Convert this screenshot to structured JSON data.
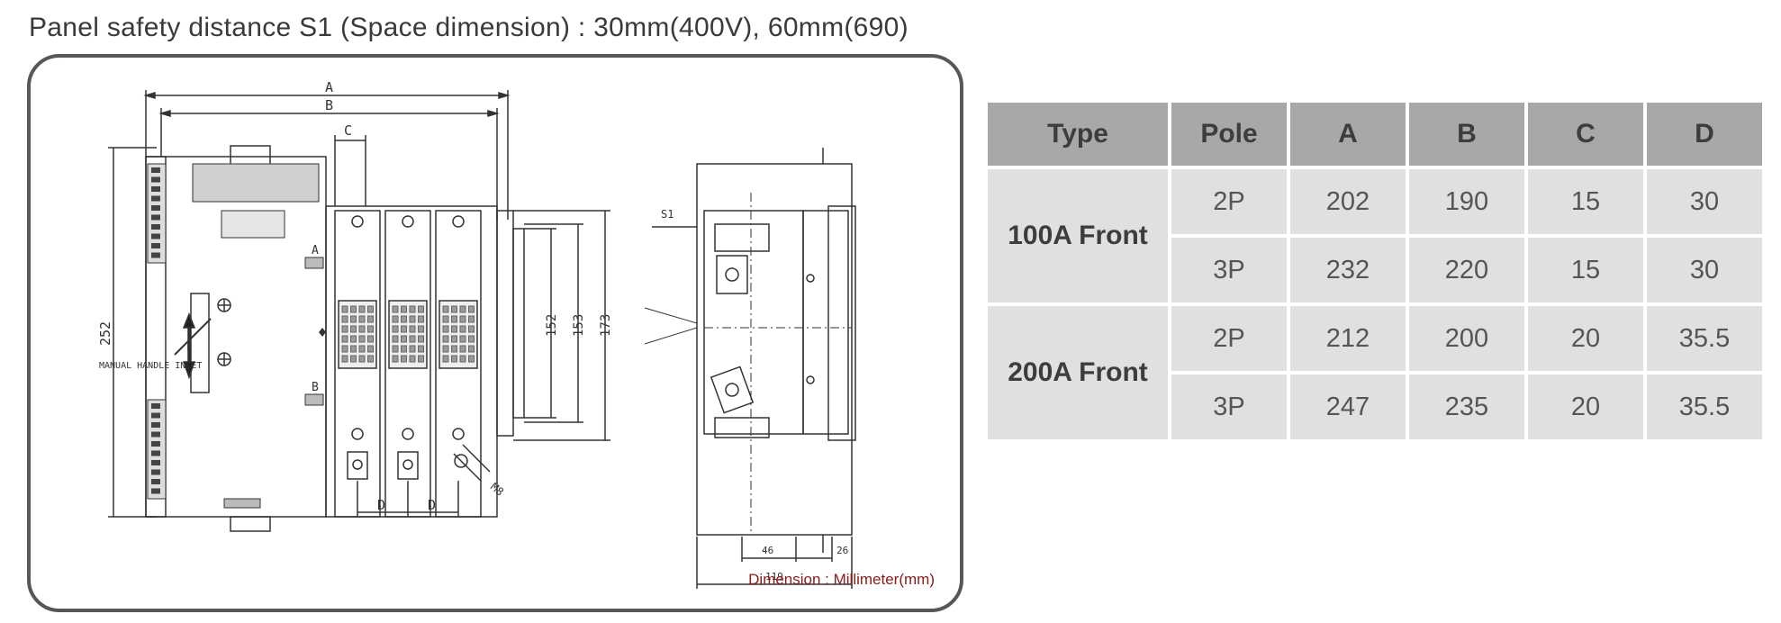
{
  "headline": "Panel safety distance S1 (Space dimension) : 30mm(400V), 60mm(690)",
  "drawing": {
    "dim_note": "Dimension : Millimeter(mm)",
    "labels": {
      "A": "A",
      "B": "B",
      "C": "C",
      "D": "D",
      "h252": "252",
      "h152": "152",
      "h153": "153",
      "h173": "173",
      "s1": "S1",
      "w46": "46",
      "w26": "26",
      "w119": "119",
      "m8": "M8",
      "side_a": "A",
      "side_b": "B",
      "manual_handle_inlet": "MANUAL HANDLE INLET"
    }
  },
  "table": {
    "headers": [
      "Type",
      "Pole",
      "A",
      "B",
      "C",
      "D"
    ],
    "groups": [
      {
        "type": "100A Front",
        "rows": [
          {
            "pole": "2P",
            "a": "202",
            "b": "190",
            "c": "15",
            "d": "30"
          },
          {
            "pole": "3P",
            "a": "232",
            "b": "220",
            "c": "15",
            "d": "30"
          }
        ]
      },
      {
        "type": "200A Front",
        "rows": [
          {
            "pole": "2P",
            "a": "212",
            "b": "200",
            "c": "20",
            "d": "35.5"
          },
          {
            "pole": "3P",
            "a": "247",
            "b": "235",
            "c": "20",
            "d": "35.5"
          }
        ]
      }
    ]
  }
}
